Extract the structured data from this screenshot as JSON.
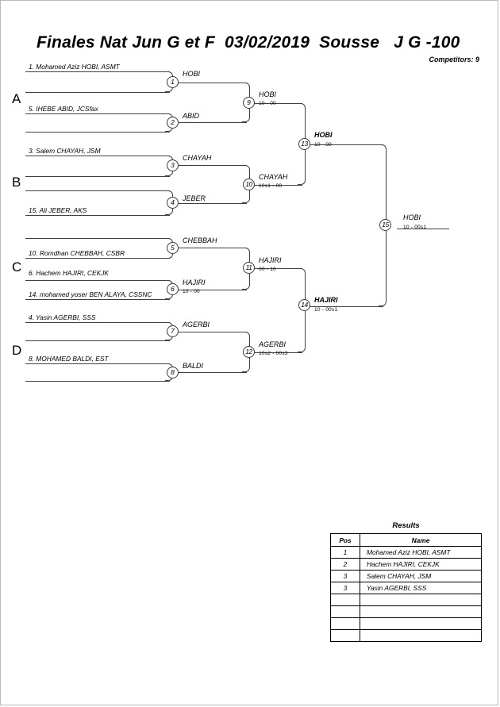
{
  "header": {
    "title": "Finales Nat Jun G et F  03/02/2019  Sousse   J G -100",
    "competitors_label": "Competitors: 9"
  },
  "pools": [
    {
      "letter": "A"
    },
    {
      "letter": "B"
    },
    {
      "letter": "C"
    },
    {
      "letter": "D"
    }
  ],
  "competitors": [
    {
      "id": "c1",
      "label": "1. Mohamed Aziz HOBI, ASMT"
    },
    {
      "id": "c2",
      "label": "5. IHEBE ABID, JCSfax"
    },
    {
      "id": "c3",
      "label": "3. Salem CHAYAH, JSM"
    },
    {
      "id": "c4",
      "label": "15. Ali JEBER, AKS"
    },
    {
      "id": "c5",
      "label": "10. Romdhan CHEBBAH, CSBR"
    },
    {
      "id": "c6",
      "label": "6. Hachem HAJIRI, CEKJK"
    },
    {
      "id": "c7",
      "label": "14. mohamed yoser BEN ALAYA, CSSNC"
    },
    {
      "id": "c8",
      "label": "4. Yasin AGERBI, SSS"
    },
    {
      "id": "c9",
      "label": "8. MOHAMED BALDI, EST"
    }
  ],
  "matches": [
    {
      "num": "1",
      "winner": "HOBI",
      "score": "",
      "bold": false
    },
    {
      "num": "2",
      "winner": "ABID",
      "score": "",
      "bold": false
    },
    {
      "num": "3",
      "winner": "CHAYAH",
      "score": "",
      "bold": false
    },
    {
      "num": "4",
      "winner": "JEBER",
      "score": "",
      "bold": false
    },
    {
      "num": "5",
      "winner": "CHEBBAH",
      "score": "",
      "bold": false
    },
    {
      "num": "6",
      "winner": "HAJIRI",
      "score": "10 - 00",
      "bold": false
    },
    {
      "num": "7",
      "winner": "AGERBI",
      "score": "",
      "bold": false
    },
    {
      "num": "8",
      "winner": "BALDI",
      "score": "",
      "bold": false
    },
    {
      "num": "9",
      "winner": "HOBI",
      "score": "10 - 00",
      "bold": false
    },
    {
      "num": "10",
      "winner": "CHAYAH",
      "score": "10s1 - 00",
      "bold": false
    },
    {
      "num": "11",
      "winner": "HAJIRI",
      "score": "00 - 10",
      "bold": false
    },
    {
      "num": "12",
      "winner": "AGERBI",
      "score": "10s2 - 00s3",
      "bold": false
    },
    {
      "num": "13",
      "winner": "HOBI",
      "score": "10 - 00",
      "bold": true
    },
    {
      "num": "14",
      "winner": "HAJIRI",
      "score": "10 - 00s1",
      "bold": true
    },
    {
      "num": "15",
      "winner": "HOBI",
      "score": "10 - 00s1",
      "bold": false
    }
  ],
  "results": {
    "title": "Results",
    "columns": [
      "Pos",
      "Name"
    ],
    "rows": [
      {
        "pos": "1",
        "name": "Mohamed Aziz HOBI, ASMT"
      },
      {
        "pos": "2",
        "name": "Hachem HAJIRI, CEKJK"
      },
      {
        "pos": "3",
        "name": "Salem CHAYAH, JSM"
      },
      {
        "pos": "3",
        "name": "Yasin AGERBI, SSS"
      },
      {
        "pos": "",
        "name": ""
      },
      {
        "pos": "",
        "name": ""
      },
      {
        "pos": "",
        "name": ""
      },
      {
        "pos": "",
        "name": ""
      }
    ]
  }
}
